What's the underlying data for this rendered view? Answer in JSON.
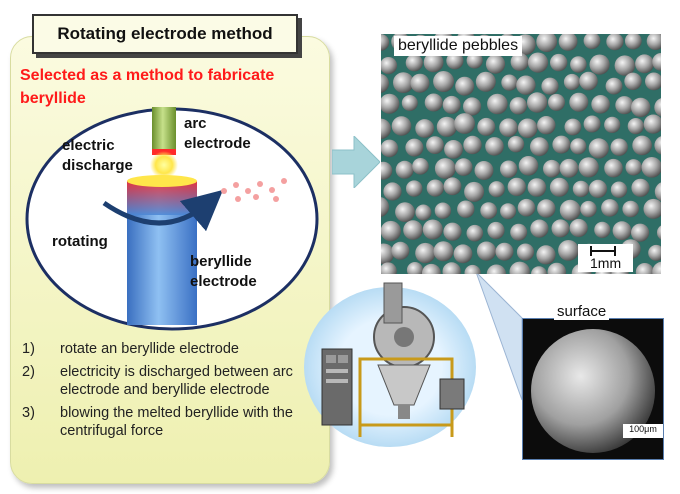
{
  "title": "Rotating electrode method",
  "subtitle": "Selected as a method to fabricate beryllide",
  "labels": {
    "arc_electrode": [
      "arc",
      "electrode"
    ],
    "electric_discharge": [
      "electric",
      "discharge"
    ],
    "rotating": "rotating",
    "beryllide_electrode": [
      "beryllide",
      "electrode"
    ]
  },
  "steps": [
    {
      "num": "1)",
      "text": "rotate an beryllide electrode"
    },
    {
      "num": "2)",
      "text": "electricity is discharged between arc electrode and beryllide electrode"
    },
    {
      "num": "3)",
      "text": "blowing the melted beryllide with the centrifugal force"
    }
  ],
  "photos": {
    "pebbles_label": "beryllide pebbles",
    "pebbles_scale": "1mm",
    "surface_label": "surface",
    "surface_scale": "100μm"
  },
  "colors": {
    "subtitle": "#ff1a1a",
    "panel": "#eef0b0",
    "arrow": "#a8d4da",
    "electrode_blue": "#4a88d6",
    "arc_green": "#8cb04a"
  }
}
